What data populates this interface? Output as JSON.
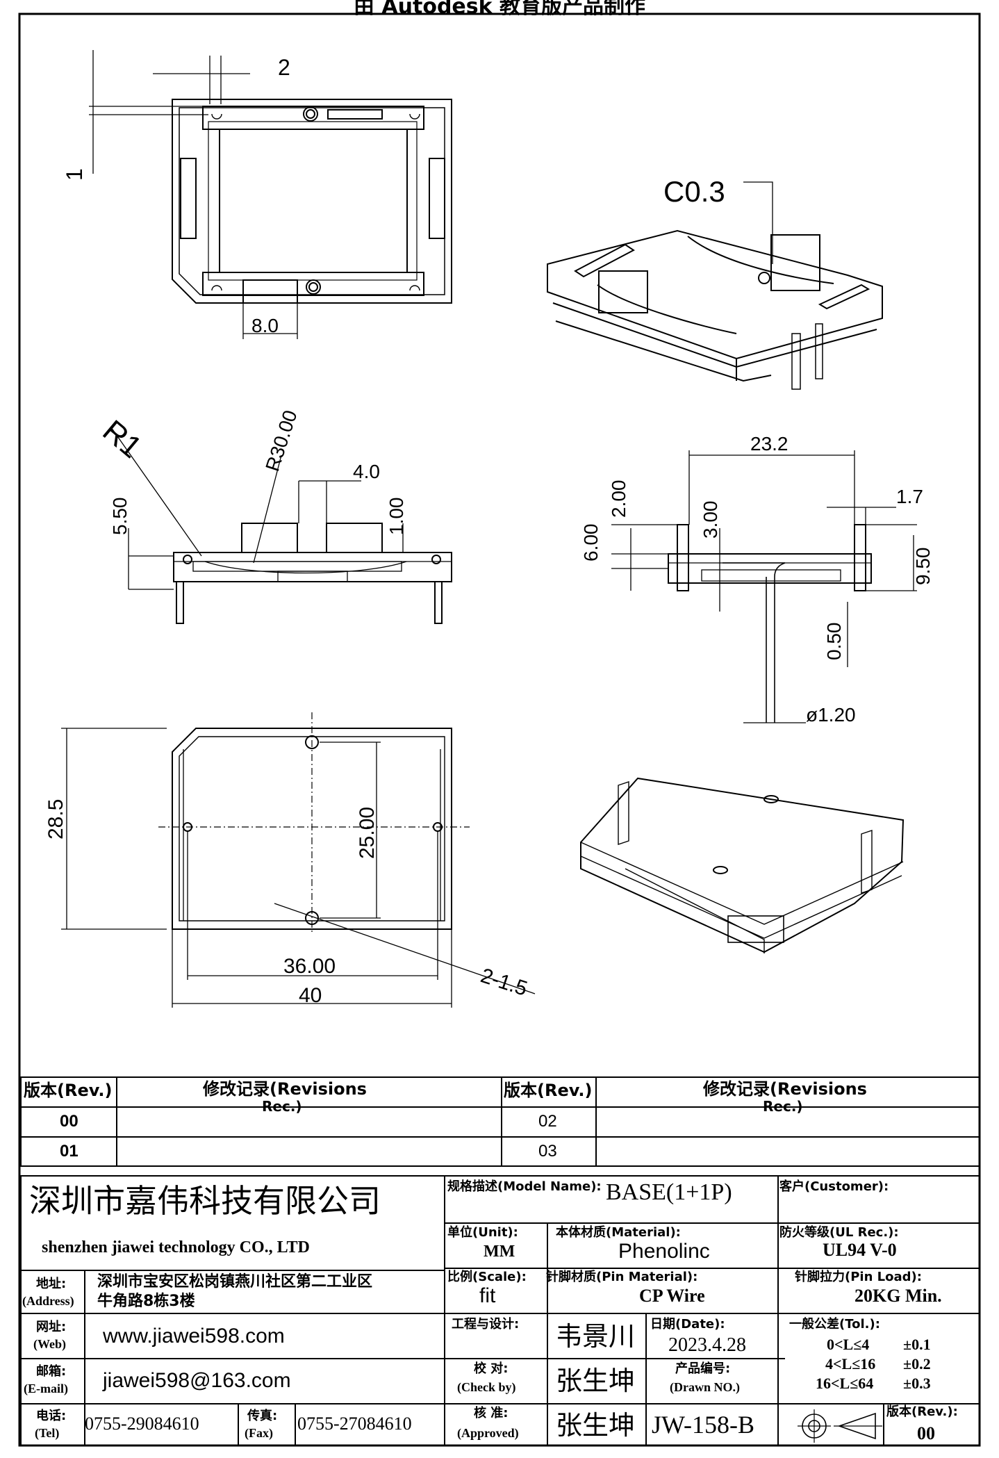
{
  "banner": "由 Autodesk 教育版产品制作",
  "dims": {
    "top_view": {
      "gap": "2",
      "offset": "1",
      "width_tab": "8.0"
    },
    "iso_top": {
      "chamfer": "C0.3"
    },
    "side_view": {
      "radius_small": "R1",
      "radius_large": "R30.00",
      "tab_width": "4.0",
      "height_total": "5.50",
      "step": "1.00"
    },
    "end_view": {
      "width": "23.2",
      "a": "2.00",
      "b": "3.00",
      "c": "6.00",
      "d": "1.7",
      "e": "9.50",
      "f": "0.50",
      "pin": "ø1.20"
    },
    "bottom_view": {
      "height": "28.5",
      "pitch_v": "25.00",
      "pitch_h": "36.00",
      "width": "40",
      "holes": "2-1.5"
    }
  },
  "revisions": {
    "head_rev": "版本(Rev.)",
    "head_rec_a": "修改记录(Revisions",
    "head_rec_b": "Rec.)",
    "rows_left": [
      "00",
      "01"
    ],
    "rows_right": [
      "02",
      "03"
    ]
  },
  "titleblock": {
    "company_cn": "深圳市嘉伟科技有限公司",
    "company_en": "shenzhen  jiawei  technology  CO., LTD",
    "address_label": "地址:",
    "address_label_en": "(Address)",
    "address_line1": "深圳市宝安区松岗镇燕川社区第二工业区",
    "address_line2": "牛角路8栋3楼",
    "web_label": "网址:",
    "web_label_en": "(Web)",
    "web": "www.jiawei598.com",
    "email_label": "邮箱:",
    "email_label_en": "(E-mail)",
    "email": "jiawei598@163.com",
    "tel_label": "电话:",
    "tel_label_en": "(Tel)",
    "tel": "0755-29084610",
    "fax_label": "传真:",
    "fax_label_en": "(Fax)",
    "fax": "0755-27084610",
    "model_label": "规格描述(Model Name):",
    "model": "BASE(1+1P)",
    "customer_label": "客户(Customer):",
    "unit_label": "单位(Unit):",
    "unit": "MM",
    "material_label": "本体材质(Material):",
    "material": "Phenolinc",
    "ul_label": "防火等级(UL Rec.):",
    "ul": "UL94 V-0",
    "scale_label": "比例(Scale):",
    "scale": "fit",
    "pin_material_label": "针脚材质(Pin Material):",
    "pin_material": "CP Wire",
    "pin_load_label": "针脚拉力(Pin Load):",
    "pin_load": "20KG Min.",
    "design_label": "工程与设计:",
    "designer": "韦景川",
    "date_label": "日期(Date):",
    "date": "2023.4.28",
    "tol_label": "一般公差(Tol.):",
    "tol_rows": [
      {
        "range": "0<L≤4",
        "tol": "±0.1"
      },
      {
        "range": "4<L≤16",
        "tol": "±0.2"
      },
      {
        "range": "16<L≤64",
        "tol": "±0.3"
      }
    ],
    "check_label": "校  对:",
    "check_label_en": "(Check by)",
    "checker": "张生坤",
    "drawn_label": "产品编号:",
    "drawn_label_en": "(Drawn NO.)",
    "drawing_no": "JW-158-B",
    "rev_label": "版本(Rev.):",
    "rev": "00",
    "approve_label": "核  准:",
    "approve_label_en": "(Approved)",
    "approver": "张生坤"
  }
}
